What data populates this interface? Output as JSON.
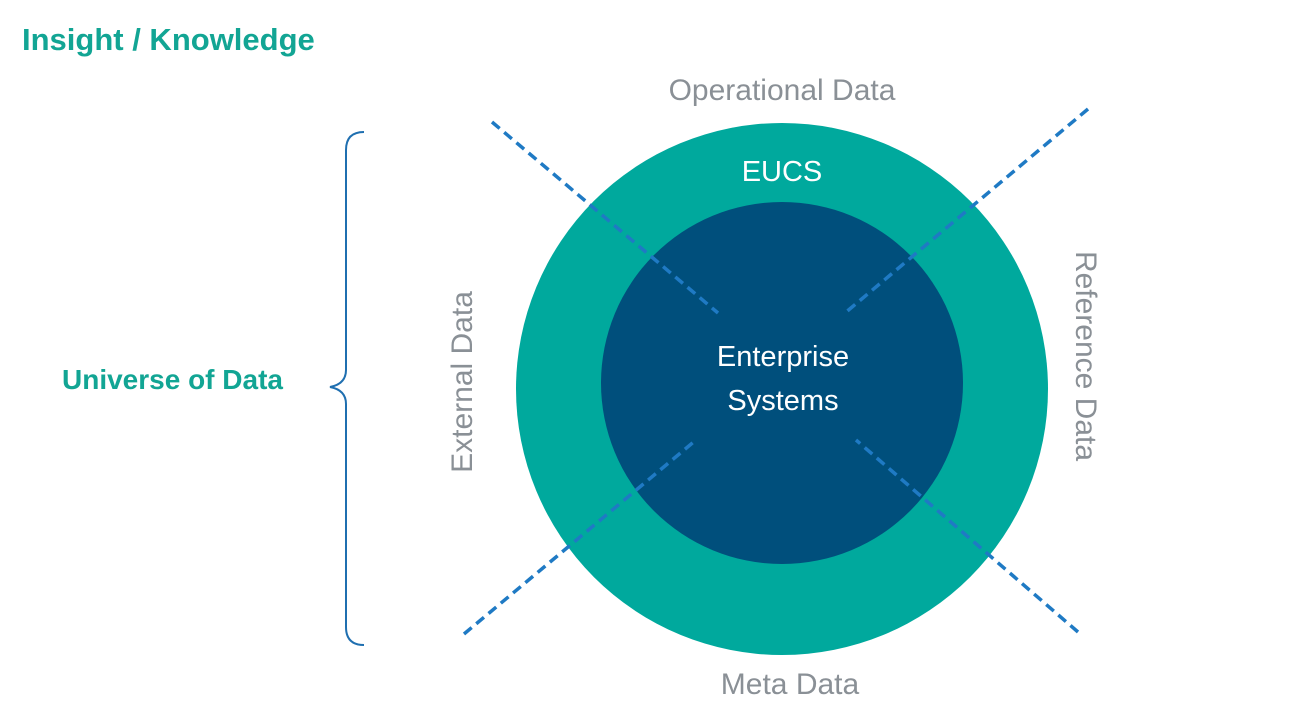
{
  "title": "Insight / Knowledge",
  "side_label": "Universe of Data",
  "diagram": {
    "top_label": "Operational Data",
    "right_label": "Reference Data",
    "bottom_label": "Meta Data",
    "left_label": "External Data",
    "outer_ring_label": "EUCS",
    "core_label_line1": "Enterprise",
    "core_label_line2": "Systems"
  },
  "colors": {
    "accent_teal": "#12a594",
    "outer_ring": "#00a99d",
    "inner_core": "#004f7c",
    "dashed_line": "#1f7ac4",
    "bracket": "#1f6fb0",
    "label_gray": "#8a9096"
  }
}
